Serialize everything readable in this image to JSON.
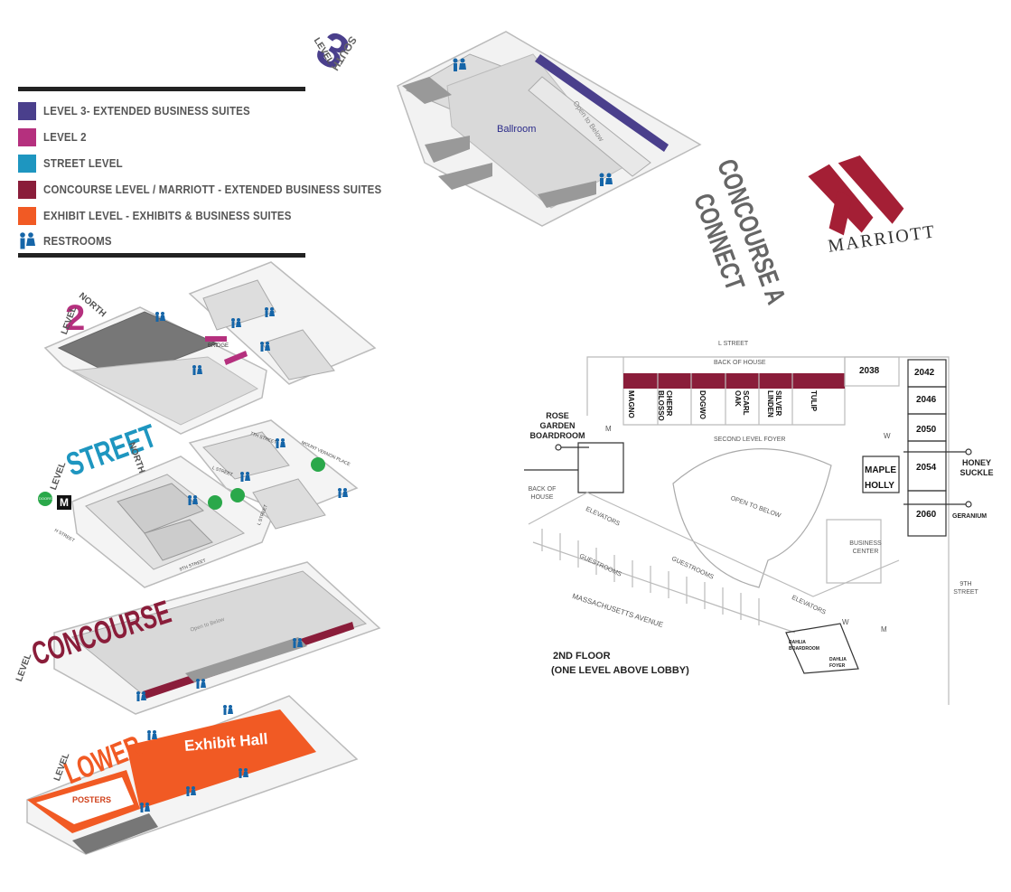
{
  "legend": {
    "items": [
      {
        "label": "LEVEL 3- EXTENDED BUSINESS SUITES",
        "color": "#4a3f8c"
      },
      {
        "label": "LEVEL 2",
        "color": "#b5307e"
      },
      {
        "label": "STREET LEVEL",
        "color": "#1e96c0"
      },
      {
        "label": "CONCOURSE LEVEL / MARRIOTT - EXTENDED BUSINESS SUITES",
        "color": "#8a1d3a"
      },
      {
        "label": "EXHIBIT LEVEL - EXHIBITS & BUSINESS SUITES",
        "color": "#f15a24"
      },
      {
        "label": "RESTROOMS",
        "icon": "restroom-icon",
        "color": "#1565a8"
      }
    ]
  },
  "south_level": {
    "number": "3",
    "word_top": "SOUTH",
    "word_bottom": "LEVEL",
    "room": "Ballroom",
    "open": "Open to Below"
  },
  "north_level": {
    "number": "2",
    "word_top": "NORTH",
    "word_bottom": "LEVEL",
    "bridge": "BRIDGE"
  },
  "street_level": {
    "word": "STREET",
    "word_top": "NORTH",
    "word_bottom": "LEVEL",
    "doors": "DOORS",
    "metro": "M",
    "streets": [
      "7TH STREET",
      "L STREET",
      "MOUNT VERNON PLACE",
      "9TH STREET",
      "L STREET",
      "H STREET"
    ]
  },
  "concourse_level": {
    "word": "CONCOURSE",
    "word_bottom": "LEVEL",
    "open": "Open to Below"
  },
  "lower_level": {
    "word": "LOWER",
    "word_bottom": "LEVEL",
    "hall": "Exhibit Hall",
    "posters": "POSTERS"
  },
  "concourse_connect": {
    "line1": "CONCOURSE A",
    "line2": "CONNECT"
  },
  "marriott": {
    "brand": "MARRIOTT",
    "color": "#a41f35"
  },
  "floorplan": {
    "street_top": "L STREET",
    "back_of_house_top": "BACK OF HOUSE",
    "rooms_strip": [
      "MAGNO",
      "CHERR BLOSSO",
      "DOGWO",
      "SCARL OAK",
      "SILVER LINDEN",
      "TULIP"
    ],
    "suites": [
      "2038",
      "2042",
      "2046",
      "2050",
      "2054",
      "2060"
    ],
    "side_rooms": [
      "MAPLE",
      "HOLLY"
    ],
    "rose": "ROSE GARDEN BOARDROOM",
    "back_of_house_left": "BACK OF HOUSE",
    "second_foyer": "SECOND LEVEL FOYER",
    "open_below": "OPEN TO BELOW",
    "elevators": "ELEVATORS",
    "guestrooms": "GUESTROOMS",
    "business_center": "BUSINESS CENTER",
    "mass_ave": "MASSACHUSETTS AVENUE",
    "ninth": "9TH STREET",
    "honeysuckle": "HONEY SUCKLE",
    "geranium": "GERANIUM",
    "dahlia_board": "DAHLIA BOARDROOM",
    "dahlia_foyer": "DAHLIA FOYER",
    "caption1": "2ND FLOOR",
    "caption2": "(ONE LEVEL ABOVE LOBBY)",
    "w": "W",
    "m": "M"
  }
}
